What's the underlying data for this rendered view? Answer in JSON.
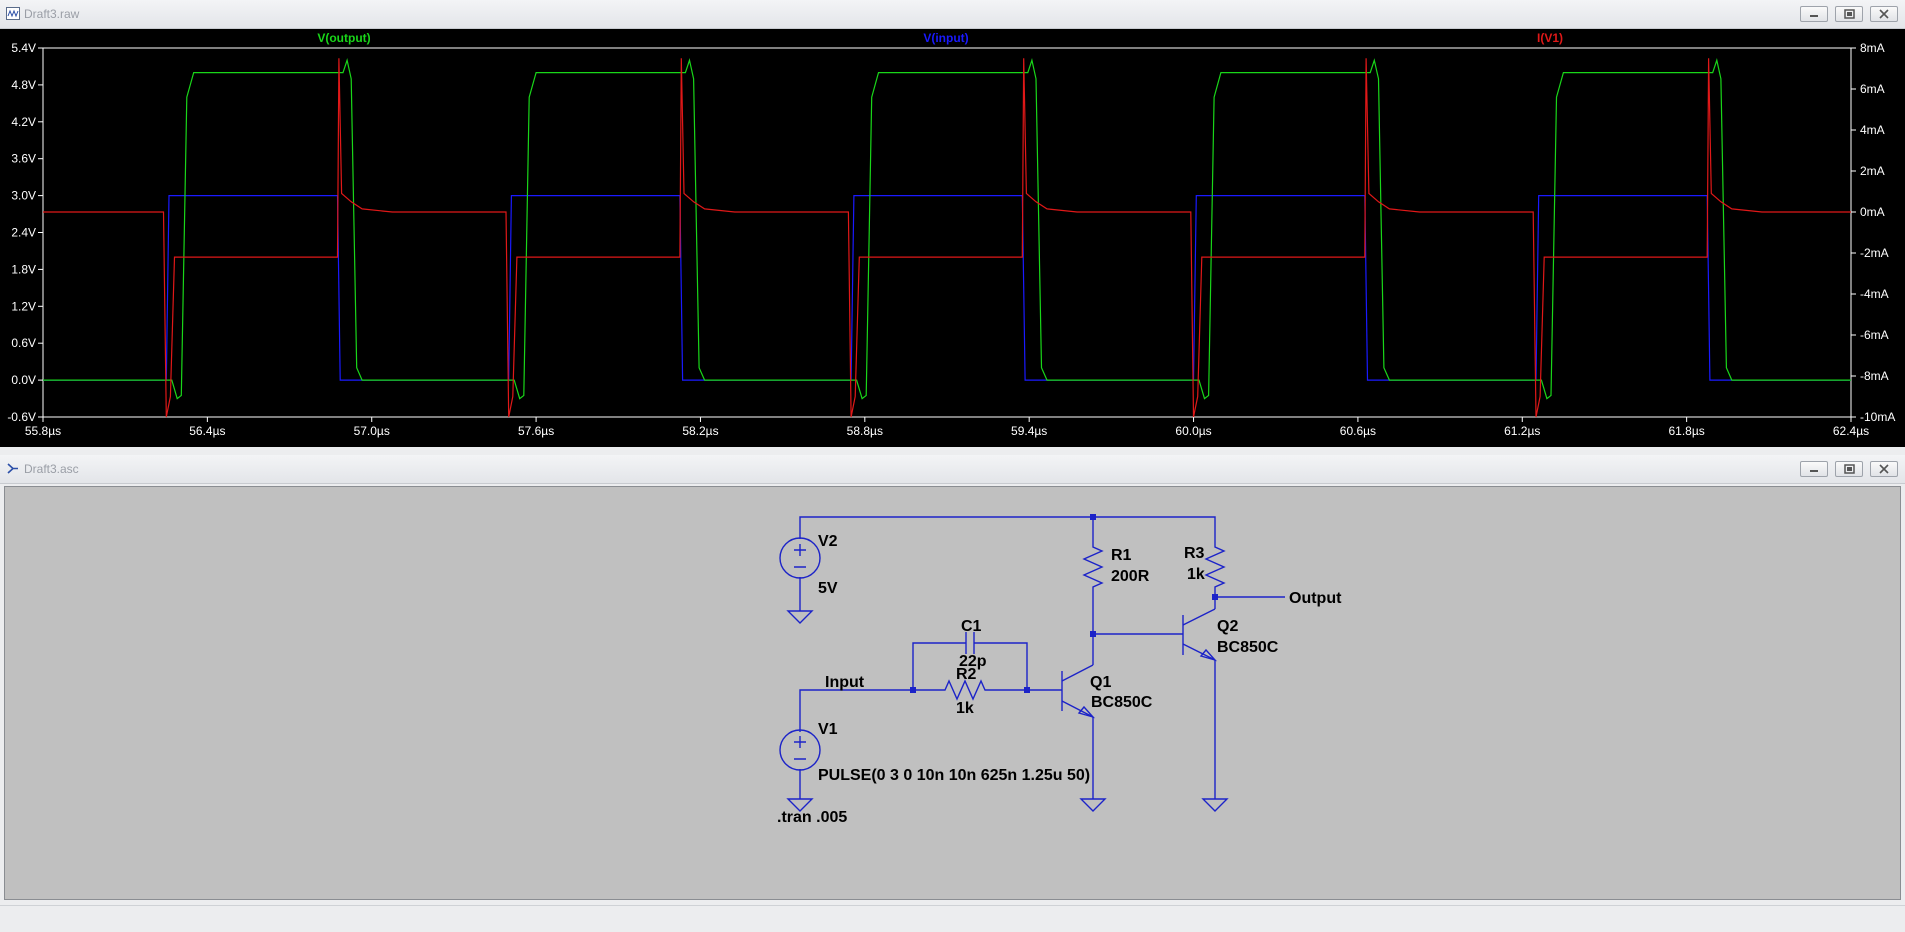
{
  "plot_window": {
    "title": "Draft3.raw",
    "controls": [
      "minimize",
      "restore",
      "close"
    ]
  },
  "schematic_window": {
    "title": "Draft3.asc",
    "controls": [
      "minimize",
      "restore",
      "close"
    ]
  },
  "chart_data": {
    "type": "line",
    "x_unit": "µs",
    "xlim": [
      55.8,
      62.4
    ],
    "x_ticks": [
      "55.8µs",
      "56.4µs",
      "57.0µs",
      "57.6µs",
      "58.2µs",
      "58.8µs",
      "59.4µs",
      "60.0µs",
      "60.6µs",
      "61.2µs",
      "61.8µs",
      "62.4µs"
    ],
    "ylim_left": [
      -0.6,
      5.4
    ],
    "y_ticks_left": [
      "5.4V",
      "4.8V",
      "4.2V",
      "3.6V",
      "3.0V",
      "2.4V",
      "1.8V",
      "1.2V",
      "0.6V",
      "0.0V",
      "-0.6V"
    ],
    "ylim_right": [
      -10,
      8
    ],
    "y_ticks_right": [
      "8mA",
      "6mA",
      "4mA",
      "2mA",
      "0mA",
      "-2mA",
      "-4mA",
      "-6mA",
      "-8mA",
      "-10mA"
    ],
    "grid": false,
    "background": "#000000",
    "period_us": 1.25,
    "first_rising_edge_us": 56.25,
    "pulse_width_us": 0.625,
    "series": [
      {
        "name": "V(output)",
        "color": "#19d619",
        "axis": "left",
        "low": 0.0,
        "high": 5.0
      },
      {
        "name": "V(input)",
        "color": "#1a1aff",
        "axis": "left",
        "low": 0.0,
        "high": 3.0
      },
      {
        "name": "I(V1)",
        "color": "#e01818",
        "axis": "right",
        "idle": 0.0,
        "on": -2.2
      }
    ]
  },
  "schematic": {
    "wire_color": "#1c23c8",
    "components": {
      "v2": {
        "name": "V2",
        "value": "5V"
      },
      "v1": {
        "name": "V1",
        "value": "PULSE(0 3 0 10n 10n 625n 1.25u 50)"
      },
      "r1": {
        "name": "R1",
        "value": "200R"
      },
      "r2": {
        "name": "R2",
        "value": "1k"
      },
      "r3": {
        "name": "R3",
        "value": "1k"
      },
      "c1": {
        "name": "C1",
        "value": "22p"
      },
      "q1": {
        "name": "Q1",
        "value": "BC850C"
      },
      "q2": {
        "name": "Q2",
        "value": "BC850C"
      }
    },
    "net_labels": {
      "input": "Input",
      "output": "Output"
    },
    "directive": ".tran .005"
  }
}
